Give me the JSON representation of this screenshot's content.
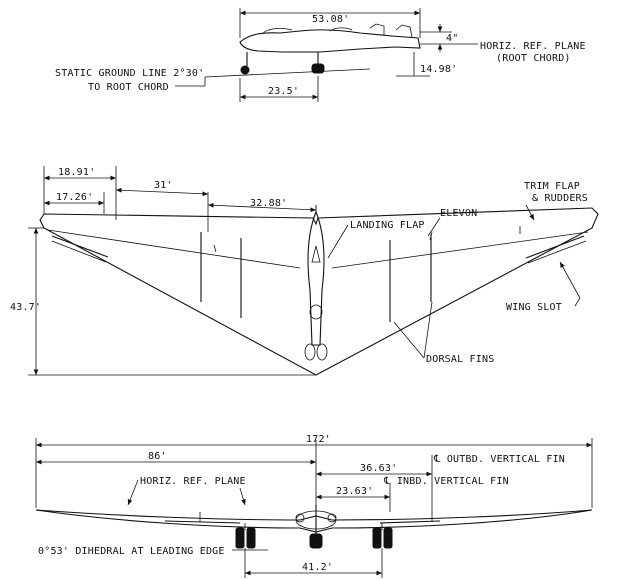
{
  "side_view": {
    "length": "53.08'",
    "height_offset": "4\"",
    "horiz_ref_plane_line1": "HORIZ. REF. PLANE",
    "horiz_ref_plane_line2": "(ROOT CHORD)",
    "height": "14.98'",
    "static_ground_line1": "STATIC GROUND LINE 2°30'",
    "static_ground_line2": "TO ROOT CHORD",
    "gear_spacing": "23.5'"
  },
  "plan_view": {
    "dim_18_91": "18.91'",
    "dim_17_26": "17.26'",
    "dim_31": "31'",
    "dim_32_88": "32.88'",
    "landing_flap": "LANDING FLAP",
    "elevon": "ELEVON",
    "trim_flap_line1": "TRIM FLAP",
    "trim_flap_line2": "& RUDDERS",
    "wing_slot": "WING SLOT",
    "dorsal_fins": "DORSAL FINS",
    "root_depth": "43.7'"
  },
  "front_view": {
    "span": "172'",
    "half_span": "86'",
    "outbd_fin_dist": "36.63'",
    "outbd_fin_label": "℄ OUTBD. VERTICAL FIN",
    "inbd_fin_dist": "23.63'",
    "inbd_fin_label": "℄ INBD. VERTICAL FIN",
    "horiz_ref_plane": "HORIZ. REF. PLANE",
    "dihedral": "0°53' DIHEDRAL AT LEADING EDGE",
    "gear_track": "41.2'"
  }
}
